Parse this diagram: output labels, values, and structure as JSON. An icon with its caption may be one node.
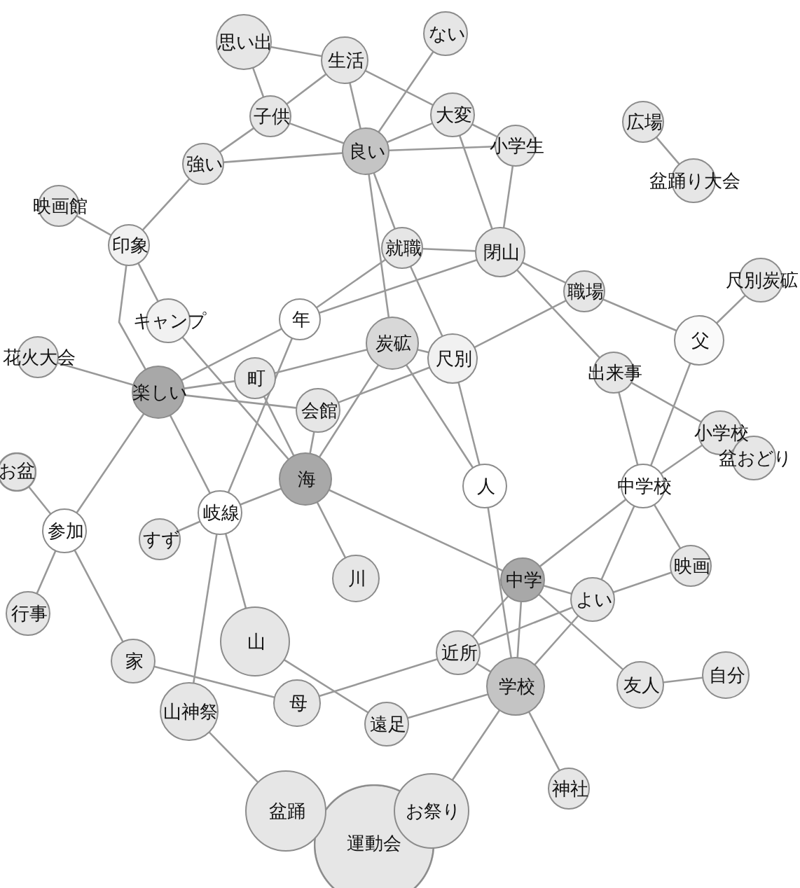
{
  "diagram": {
    "nodes": [
      {
        "text": [
          "思い出"
        ]
      },
      {
        "text": [
          "ない"
        ]
      },
      {
        "text": [
          "生活"
        ]
      },
      {
        "text": [
          "子供"
        ]
      },
      {
        "text": [
          "大変"
        ]
      },
      {
        "text": [
          "広場"
        ]
      },
      {
        "text": [
          "良い"
        ]
      },
      {
        "text": [
          "小学生"
        ]
      },
      {
        "text": [
          "強い"
        ]
      },
      {
        "text": [
          "盆踊り大会"
        ]
      },
      {
        "text": [
          "映画館"
        ]
      },
      {
        "text": [
          "印象"
        ]
      },
      {
        "text": [
          "就職"
        ]
      },
      {
        "text": [
          "閉山"
        ]
      },
      {
        "text": [
          "尺別炭砿"
        ]
      },
      {
        "text": [
          "職場"
        ]
      },
      {
        "text": [
          "キャンプ"
        ]
      },
      {
        "text": [
          "年"
        ]
      },
      {
        "text": [
          "父"
        ]
      },
      {
        "text": [
          "炭砿"
        ]
      },
      {
        "text": [
          "花火大会"
        ]
      },
      {
        "text": [
          "尺別"
        ]
      },
      {
        "text": [
          "出来事"
        ]
      },
      {
        "text": [
          "町"
        ]
      },
      {
        "text": [
          "楽しい"
        ]
      },
      {
        "text": [
          "会館"
        ]
      },
      {
        "text": [
          "小学校"
        ]
      },
      {
        "text": [
          "盆おどり"
        ]
      },
      {
        "text": [
          "お盆"
        ]
      },
      {
        "text": [
          "海"
        ]
      },
      {
        "text": [
          "人"
        ]
      },
      {
        "text": [
          "中学校"
        ]
      },
      {
        "text": [
          "岐線"
        ]
      },
      {
        "text": [
          "参加"
        ]
      },
      {
        "text": [
          "すず"
        ]
      },
      {
        "text": [
          "映画"
        ]
      },
      {
        "text": [
          "川"
        ]
      },
      {
        "text": [
          "中学"
        ]
      },
      {
        "text": [
          "よい"
        ]
      },
      {
        "text": [
          "行事"
        ]
      },
      {
        "text": [
          "山"
        ]
      },
      {
        "text": [
          "近所"
        ]
      },
      {
        "text": [
          "家"
        ]
      },
      {
        "text": [
          "自分"
        ]
      },
      {
        "text": [
          "学校"
        ]
      },
      {
        "text": [
          "友人"
        ]
      },
      {
        "text": [
          "母"
        ]
      },
      {
        "text": [
          "山神祭"
        ]
      },
      {
        "text": [
          "遠足"
        ]
      },
      {
        "text": [
          "神社"
        ]
      },
      {
        "text": [
          "盆踊"
        ]
      },
      {
        "text": [
          "お祭り"
        ]
      },
      {
        "text": [
          "運動会"
        ]
      }
    ],
    "edges": [
      {
        "from": 0,
        "to": 2,
        "arrow": "none"
      },
      {
        "from": 0,
        "to": 3,
        "arrow": "none"
      },
      {
        "from": 2,
        "to": 3,
        "arrow": "none"
      },
      {
        "from": 2,
        "to": 6,
        "arrow": "none"
      },
      {
        "from": 2,
        "to": 4,
        "arrow": "none"
      },
      {
        "from": 1,
        "to": 6,
        "arrow": "none"
      },
      {
        "from": 3,
        "to": 6,
        "arrow": "none"
      },
      {
        "from": 3,
        "to": 8,
        "arrow": "none"
      },
      {
        "from": 8,
        "to": 6,
        "arrow": "none"
      },
      {
        "from": 4,
        "to": 6,
        "arrow": "none"
      },
      {
        "from": 4,
        "to": 7,
        "arrow": "none"
      },
      {
        "from": 6,
        "to": 7,
        "arrow": "none"
      },
      {
        "from": 6,
        "to": 12,
        "arrow": "none"
      },
      {
        "from": 6,
        "to": 19,
        "arrow": "none"
      },
      {
        "from": 4,
        "to": 13,
        "arrow": "none"
      },
      {
        "from": 7,
        "to": 13,
        "arrow": "none"
      },
      {
        "from": 8,
        "to": 11,
        "arrow": "none"
      },
      {
        "from": 10,
        "to": 11,
        "arrow": "none"
      },
      {
        "from": 11,
        "to": 16,
        "arrow": "none"
      },
      {
        "from": 11,
        "to": 24,
        "arrow": "none"
      },
      {
        "from": 5,
        "to": 9,
        "arrow": "none"
      },
      {
        "from": 12,
        "to": 13,
        "arrow": "none"
      },
      {
        "from": 12,
        "to": 17,
        "arrow": "none"
      },
      {
        "from": 12,
        "to": 21,
        "arrow": "none"
      },
      {
        "from": 13,
        "to": 17,
        "arrow": "none"
      },
      {
        "from": 13,
        "to": 15,
        "arrow": "none"
      },
      {
        "from": 13,
        "to": 22,
        "arrow": "none"
      },
      {
        "from": 15,
        "to": 21,
        "arrow": "none"
      },
      {
        "from": 15,
        "to": 18,
        "arrow": "none"
      },
      {
        "from": 14,
        "to": 18,
        "arrow": "none"
      },
      {
        "from": 16,
        "to": 29,
        "arrow": "none"
      },
      {
        "from": 17,
        "to": 24,
        "arrow": "none"
      },
      {
        "from": 17,
        "to": 32,
        "arrow": "none"
      },
      {
        "from": 18,
        "to": 31,
        "arrow": "none"
      },
      {
        "from": 19,
        "to": 21,
        "arrow": "none"
      },
      {
        "from": 19,
        "to": 30,
        "arrow": "none"
      },
      {
        "from": 19,
        "to": 29,
        "arrow": "none"
      },
      {
        "from": 23,
        "to": 19,
        "arrow": "none"
      },
      {
        "from": 20,
        "to": 24,
        "arrow": "none"
      },
      {
        "from": 21,
        "to": 30,
        "arrow": "none"
      },
      {
        "from": 25,
        "to": 21,
        "arrow": "none"
      },
      {
        "from": 22,
        "to": 31,
        "arrow": "none"
      },
      {
        "from": 22,
        "to": 26,
        "arrow": "none"
      },
      {
        "from": 24,
        "to": 23,
        "arrow": "none"
      },
      {
        "from": 24,
        "to": 25,
        "arrow": "none"
      },
      {
        "from": 24,
        "to": 33,
        "arrow": "none"
      },
      {
        "from": 24,
        "to": 32,
        "arrow": "none"
      },
      {
        "from": 23,
        "to": 29,
        "arrow": "none"
      },
      {
        "from": 25,
        "to": 29,
        "arrow": "none"
      },
      {
        "from": 26,
        "to": 31,
        "arrow": "none"
      },
      {
        "from": 28,
        "to": 33,
        "arrow": "none"
      },
      {
        "from": 29,
        "to": 32,
        "arrow": "none"
      },
      {
        "from": 29,
        "to": 36,
        "arrow": "none"
      },
      {
        "from": 29,
        "to": 37,
        "arrow": "none"
      },
      {
        "from": 30,
        "to": 44,
        "arrow": "none"
      },
      {
        "from": 31,
        "to": 37,
        "arrow": "none"
      },
      {
        "from": 31,
        "to": 38,
        "arrow": "none"
      },
      {
        "from": 31,
        "to": 35,
        "arrow": "none"
      },
      {
        "from": 32,
        "to": 34,
        "arrow": "none"
      },
      {
        "from": 32,
        "to": 40,
        "arrow": "none"
      },
      {
        "from": 32,
        "to": 47,
        "arrow": "none"
      },
      {
        "from": 33,
        "to": 39,
        "arrow": "none"
      },
      {
        "from": 33,
        "to": 42,
        "arrow": "none"
      },
      {
        "from": 35,
        "to": 38,
        "arrow": "none"
      },
      {
        "from": 37,
        "to": 38,
        "arrow": "none"
      },
      {
        "from": 37,
        "to": 41,
        "arrow": "none"
      },
      {
        "from": 37,
        "to": 44,
        "arrow": "none"
      },
      {
        "from": 37,
        "to": 45,
        "arrow": "none"
      },
      {
        "from": 38,
        "to": 41,
        "arrow": "none"
      },
      {
        "from": 38,
        "to": 44,
        "arrow": "none"
      },
      {
        "from": 40,
        "to": 48,
        "arrow": "none"
      },
      {
        "from": 41,
        "to": 44,
        "arrow": "none"
      },
      {
        "from": 41,
        "to": 46,
        "arrow": "none"
      },
      {
        "from": 42,
        "to": 46,
        "arrow": "none"
      },
      {
        "from": 43,
        "to": 45,
        "arrow": "none"
      },
      {
        "from": 44,
        "to": 48,
        "arrow": "none"
      },
      {
        "from": 44,
        "to": 51,
        "arrow": "none"
      },
      {
        "from": 44,
        "to": 49,
        "arrow": "none"
      },
      {
        "from": 47,
        "to": 50,
        "arrow": "none"
      }
    ]
  }
}
